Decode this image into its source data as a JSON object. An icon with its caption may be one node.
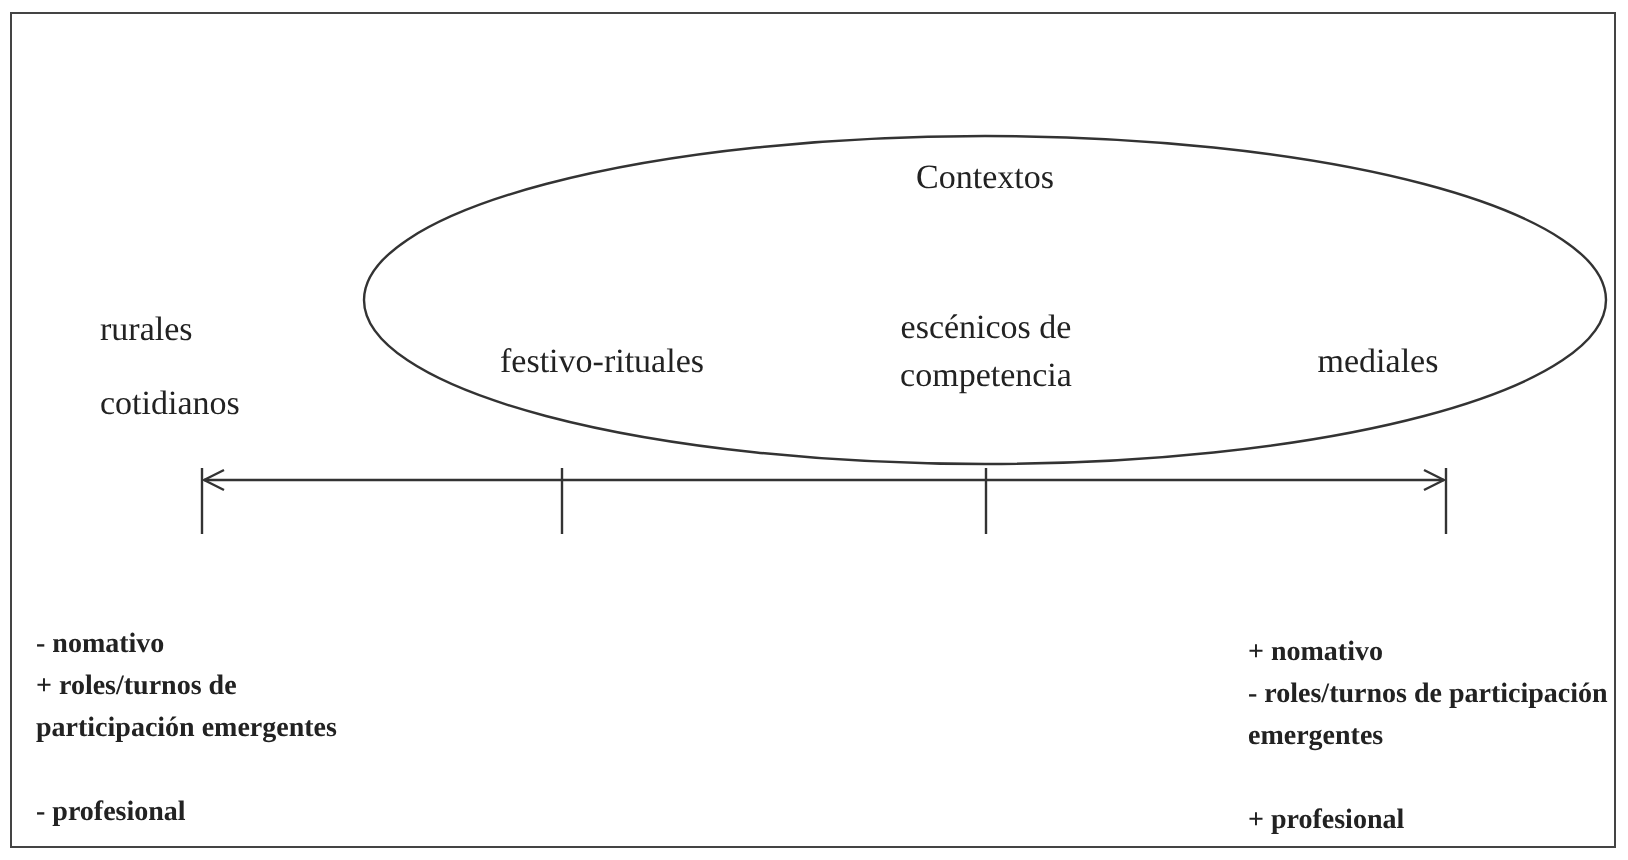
{
  "diagram": {
    "nodes": [
      {
        "text": [
          "Contextos"
        ]
      },
      {
        "text": [
          "festivo-rituales"
        ],
        "in": 0
      },
      {
        "text": [
          "escénicos de competencia"
        ],
        "in": 0
      },
      {
        "text": [
          "mediales"
        ],
        "in": 0
      }
    ],
    "labels": [
      "rurales",
      "cotidianos",
      "- nomativo",
      "+ roles/turnos de participación emergentes",
      "- profesional",
      "+ nomativo",
      "- roles/turnos de participación emergentes",
      "+ profesional"
    ]
  }
}
